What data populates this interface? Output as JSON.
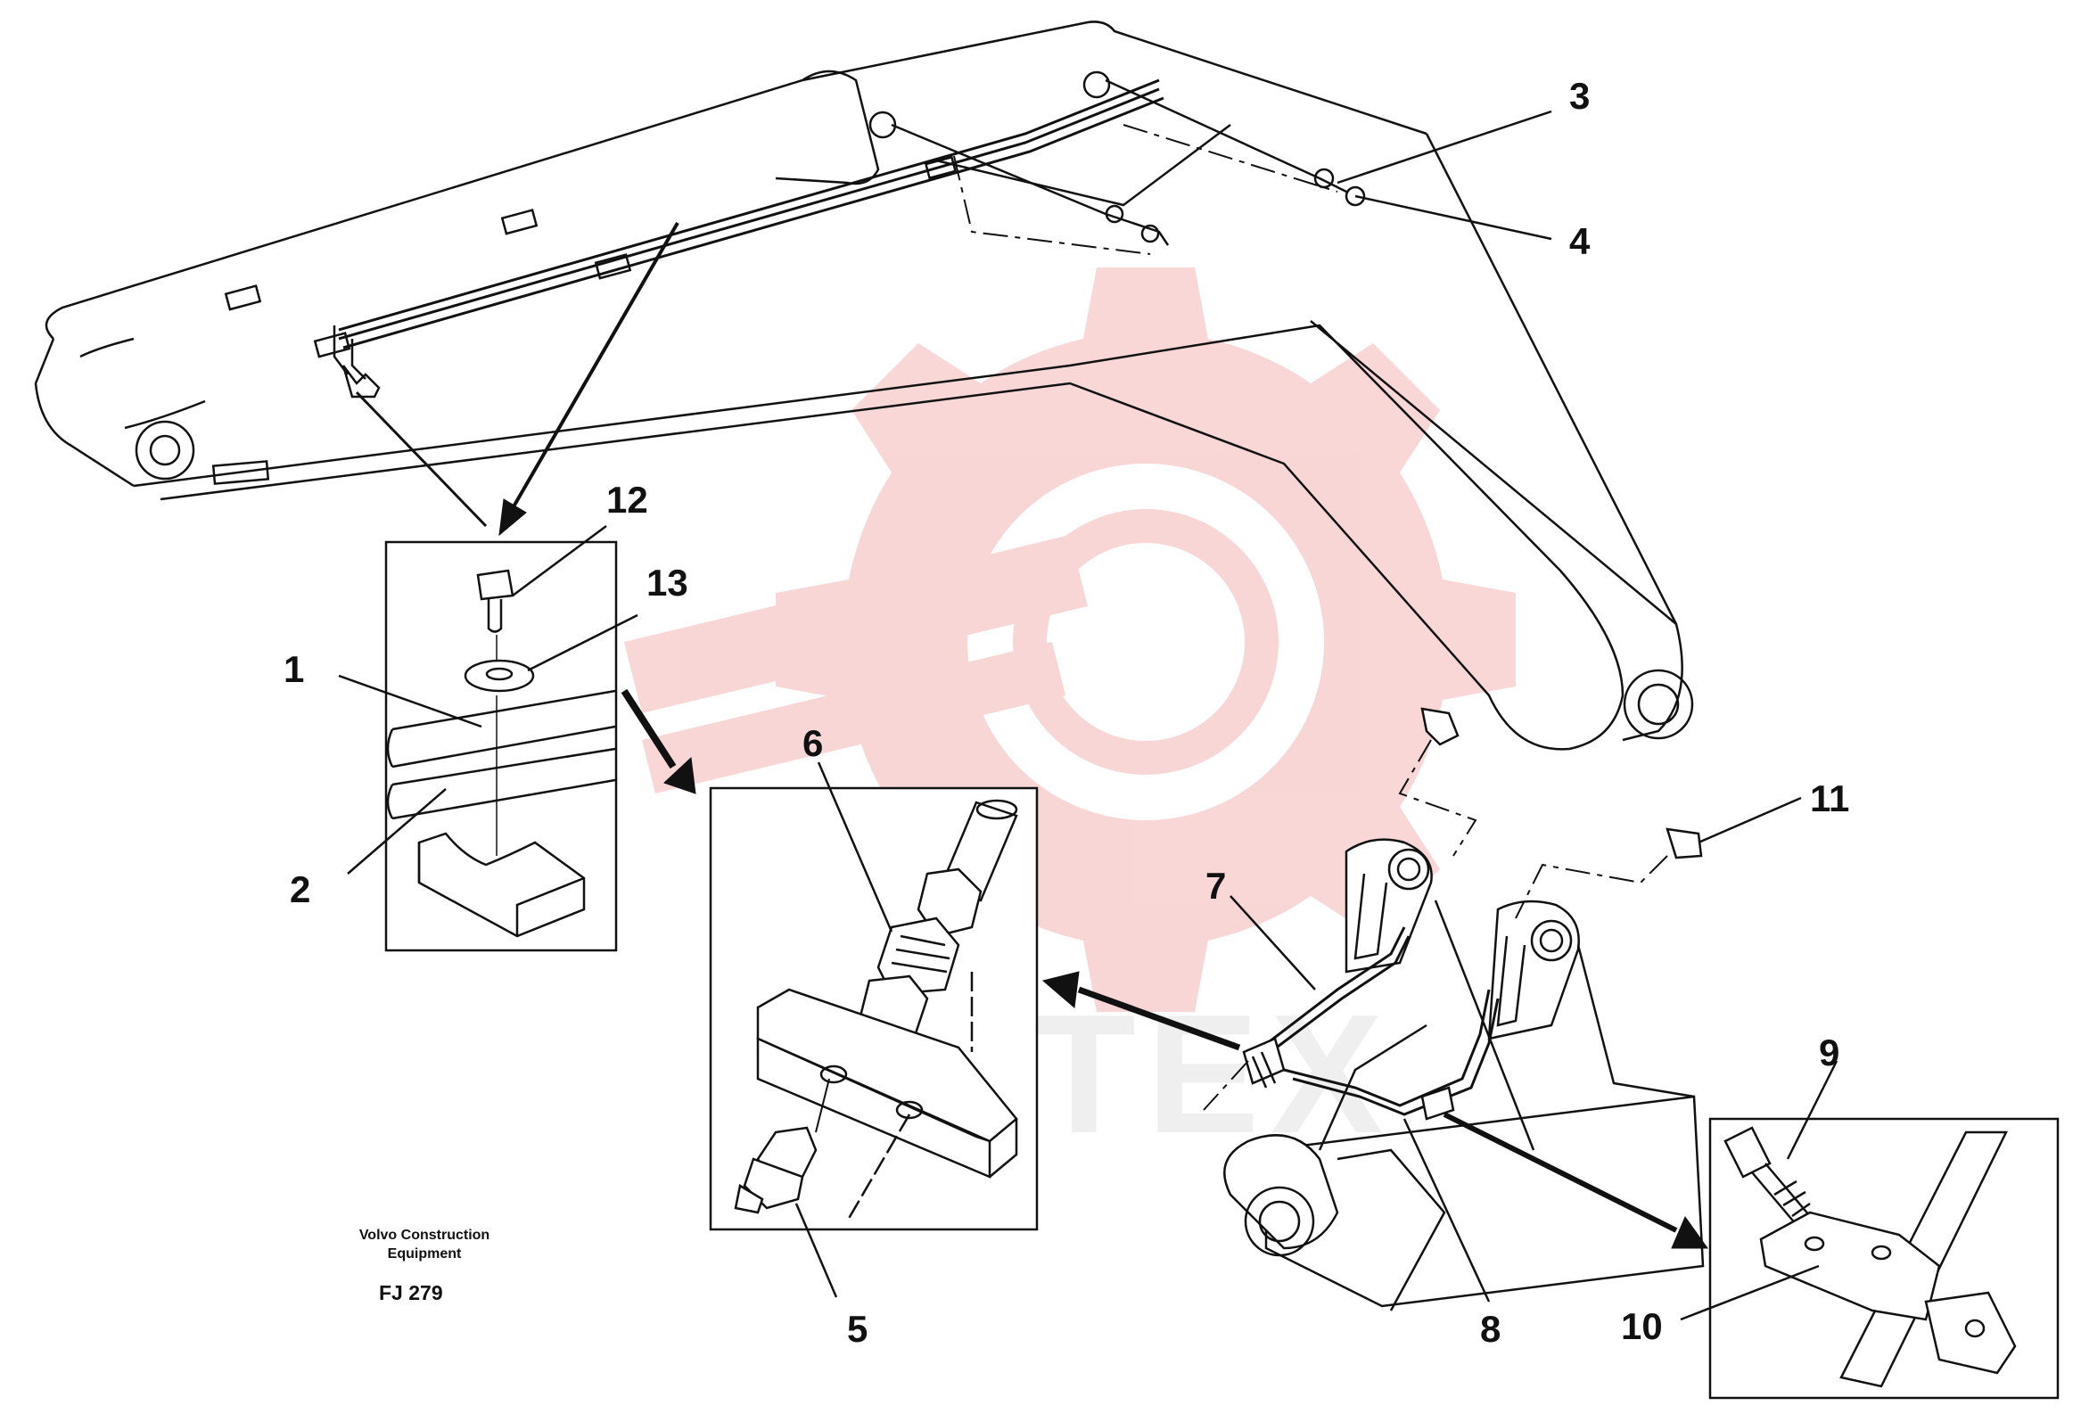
{
  "watermark": {
    "text": "ИНТЕХ",
    "color": "#e87070"
  },
  "caption": {
    "line1": "Volvo Construction",
    "line2": "Equipment",
    "code": "FJ 279"
  },
  "callouts": {
    "c1": "1",
    "c2": "2",
    "c3": "3",
    "c4": "4",
    "c5": "5",
    "c6": "6",
    "c7": "7",
    "c8": "8",
    "c9": "9",
    "c10": "10",
    "c11": "11",
    "c12": "12",
    "c13": "13"
  }
}
